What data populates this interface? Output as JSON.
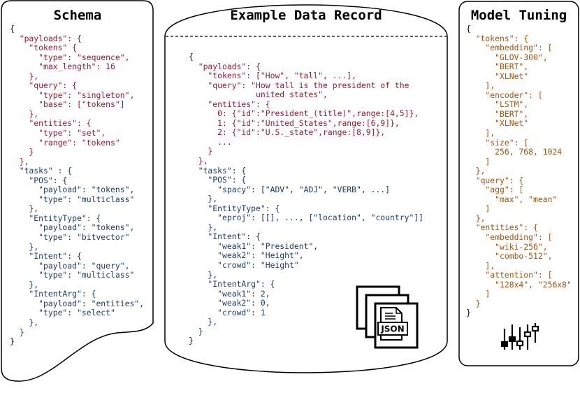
{
  "panels": {
    "schema": {
      "title": "Schema",
      "lines": [
        {
          "t": "{",
          "c": "black"
        },
        {
          "t": "  \"payloads\": {",
          "c": "red"
        },
        {
          "t": "    \"tokens\" {",
          "c": "red"
        },
        {
          "t": "      \"type\": \"sequence\",",
          "c": "red"
        },
        {
          "t": "      \"max_length\": 16",
          "c": "red"
        },
        {
          "t": "    },",
          "c": "red"
        },
        {
          "t": "    \"query\": {",
          "c": "red"
        },
        {
          "t": "      \"type\": \"singleton\",",
          "c": "red"
        },
        {
          "t": "      \"base\": [\"tokens\"]",
          "c": "red"
        },
        {
          "t": "    },",
          "c": "red"
        },
        {
          "t": "    \"entities\": {",
          "c": "red"
        },
        {
          "t": "      \"type\": \"set\",",
          "c": "red"
        },
        {
          "t": "      \"range\": \"tokens\"",
          "c": "red"
        },
        {
          "t": "    }",
          "c": "red"
        },
        {
          "t": "  },",
          "c": "red"
        },
        {
          "t": "  \"tasks\" : {",
          "c": "blue"
        },
        {
          "t": "    \"POS\": {",
          "c": "blue"
        },
        {
          "t": "      \"payload\": \"tokens\",",
          "c": "blue"
        },
        {
          "t": "      \"type\": \"multiclass\"",
          "c": "blue"
        },
        {
          "t": "    },",
          "c": "blue"
        },
        {
          "t": "    \"EntityType\": {",
          "c": "blue"
        },
        {
          "t": "      \"payload\": \"tokens\",",
          "c": "blue"
        },
        {
          "t": "      \"type\": \"bitvector\"",
          "c": "blue"
        },
        {
          "t": "    },",
          "c": "blue"
        },
        {
          "t": "    \"Intent\": {",
          "c": "blue"
        },
        {
          "t": "      \"payload\": \"query\",",
          "c": "blue"
        },
        {
          "t": "      \"type\": \"multiclass\"",
          "c": "blue"
        },
        {
          "t": "    },",
          "c": "blue"
        },
        {
          "t": "    \"IntentArg\": {",
          "c": "blue"
        },
        {
          "t": "      \"payload\": \"entities\",",
          "c": "blue"
        },
        {
          "t": "      \"type\": \"select\"",
          "c": "blue"
        },
        {
          "t": "    },",
          "c": "blue"
        },
        {
          "t": "  }",
          "c": "blue"
        },
        {
          "t": "}",
          "c": "black"
        }
      ]
    },
    "record": {
      "title": "Example Data Record",
      "lines": [
        {
          "t": "{",
          "c": "black"
        },
        {
          "t": "  \"payloads\": {",
          "c": "red"
        },
        {
          "t": "    \"tokens\": [\"How\", \"tall\", ...],",
          "c": "red"
        },
        {
          "t": "    \"query\": \"How tall is the president of the",
          "c": "red"
        },
        {
          "t": "              united states\",",
          "c": "red"
        },
        {
          "t": "    \"entities\": {",
          "c": "red"
        },
        {
          "t": "      0: {\"id\":\"President_(title)\",range:[4,5]},",
          "c": "red"
        },
        {
          "t": "      1: {\"id\":\"United_States\",range:[6,9]},",
          "c": "red"
        },
        {
          "t": "      2: {\"id\":\"U.S._state\",range:[8,9]},",
          "c": "red"
        },
        {
          "t": "      ...",
          "c": "red"
        },
        {
          "t": "    }",
          "c": "red"
        },
        {
          "t": "  },",
          "c": "red"
        },
        {
          "t": "  \"tasks\": {",
          "c": "blue"
        },
        {
          "t": "    \"POS\": {",
          "c": "blue"
        },
        {
          "t": "      \"spacy\": [\"ADV\", \"ADJ\", \"VERB\", ...]",
          "c": "blue"
        },
        {
          "t": "    },",
          "c": "blue"
        },
        {
          "t": "    \"EntityType\": {",
          "c": "blue"
        },
        {
          "t": "      \"eproj\": [[], ..., [\"location\", \"country\"]]",
          "c": "blue"
        },
        {
          "t": "    },",
          "c": "blue"
        },
        {
          "t": "    \"Intent\": {",
          "c": "blue"
        },
        {
          "t": "      \"weak1\": \"President\",",
          "c": "blue"
        },
        {
          "t": "      \"weak2\": \"Height\",",
          "c": "blue"
        },
        {
          "t": "      \"crowd\": \"Height\"",
          "c": "blue"
        },
        {
          "t": "    },",
          "c": "blue"
        },
        {
          "t": "    \"IntentArg\": {",
          "c": "blue"
        },
        {
          "t": "      \"weak1\": 2,",
          "c": "blue"
        },
        {
          "t": "      \"weak2\": 0,",
          "c": "blue"
        },
        {
          "t": "      \"crowd\": 1",
          "c": "blue"
        },
        {
          "t": "    },",
          "c": "blue"
        },
        {
          "t": "  }",
          "c": "blue"
        },
        {
          "t": "}",
          "c": "black"
        }
      ]
    },
    "tuning": {
      "title": "Model Tuning",
      "lines": [
        {
          "t": "{",
          "c": "black"
        },
        {
          "t": "  \"tokens\": {",
          "c": "brown"
        },
        {
          "t": "    \"embedding\": [",
          "c": "brown"
        },
        {
          "t": "      \"GLOV-300\",",
          "c": "brown"
        },
        {
          "t": "      \"BERT\",",
          "c": "brown"
        },
        {
          "t": "      \"XLNet\"",
          "c": "brown"
        },
        {
          "t": "    ],",
          "c": "brown"
        },
        {
          "t": "    \"encoder\": [",
          "c": "brown"
        },
        {
          "t": "      \"LSTM\",",
          "c": "brown"
        },
        {
          "t": "      \"BERT\",",
          "c": "brown"
        },
        {
          "t": "      \"XLNet\"",
          "c": "brown"
        },
        {
          "t": "    ],",
          "c": "brown"
        },
        {
          "t": "    \"size\": [",
          "c": "brown"
        },
        {
          "t": "      256, 768, 1024",
          "c": "brown"
        },
        {
          "t": "    ]",
          "c": "brown"
        },
        {
          "t": "  },",
          "c": "brown"
        },
        {
          "t": "  \"query\": {",
          "c": "brown"
        },
        {
          "t": "    \"agg\": [",
          "c": "brown"
        },
        {
          "t": "      \"max\", \"mean\"",
          "c": "brown"
        },
        {
          "t": "    ]",
          "c": "brown"
        },
        {
          "t": "  },",
          "c": "brown"
        },
        {
          "t": "  \"entities\": {",
          "c": "brown"
        },
        {
          "t": "    \"embedding\": [",
          "c": "brown"
        },
        {
          "t": "      \"wiki-256\",",
          "c": "brown"
        },
        {
          "t": "      \"combo-512\",",
          "c": "brown"
        },
        {
          "t": "    ],",
          "c": "brown"
        },
        {
          "t": "    \"attention\": [",
          "c": "brown"
        },
        {
          "t": "      \"128x4\", \"256x8\"",
          "c": "brown"
        },
        {
          "t": "    ]",
          "c": "brown"
        },
        {
          "t": "  }",
          "c": "brown"
        },
        {
          "t": "}",
          "c": "black"
        }
      ]
    }
  },
  "json_icon": {
    "label": "JSON"
  },
  "colors": {
    "red": "#a3172f",
    "blue": "#1d3b6b",
    "brown": "#a8520f",
    "black": "#111111"
  }
}
